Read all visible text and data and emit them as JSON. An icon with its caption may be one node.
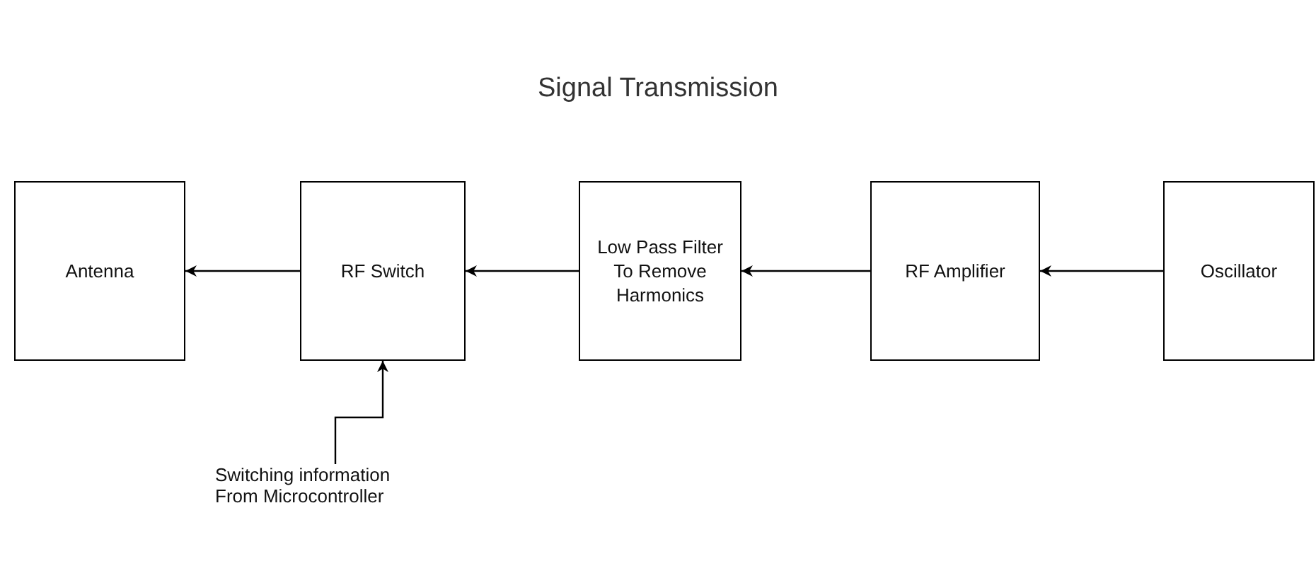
{
  "diagram": {
    "title": "Signal Transmission",
    "nodes": [
      {
        "text": [
          "Antenna"
        ]
      },
      {
        "text": [
          "RF Switch"
        ]
      },
      {
        "text": [
          "Low Pass Filter To Remove Harmonics"
        ]
      },
      {
        "text": [
          "RF Amplifier"
        ]
      },
      {
        "text": [
          "Oscillator"
        ]
      },
      {
        "text": [
          "Switching information From Microcontroller"
        ]
      }
    ],
    "edges": [
      {
        "from": 4,
        "to": 3,
        "arrow": "to"
      },
      {
        "from": 3,
        "to": 2,
        "arrow": "to"
      },
      {
        "from": 2,
        "to": 1,
        "arrow": "to"
      },
      {
        "from": 1,
        "to": 0,
        "arrow": "to"
      },
      {
        "from": 5,
        "to": 1,
        "arrow": "to"
      }
    ]
  }
}
